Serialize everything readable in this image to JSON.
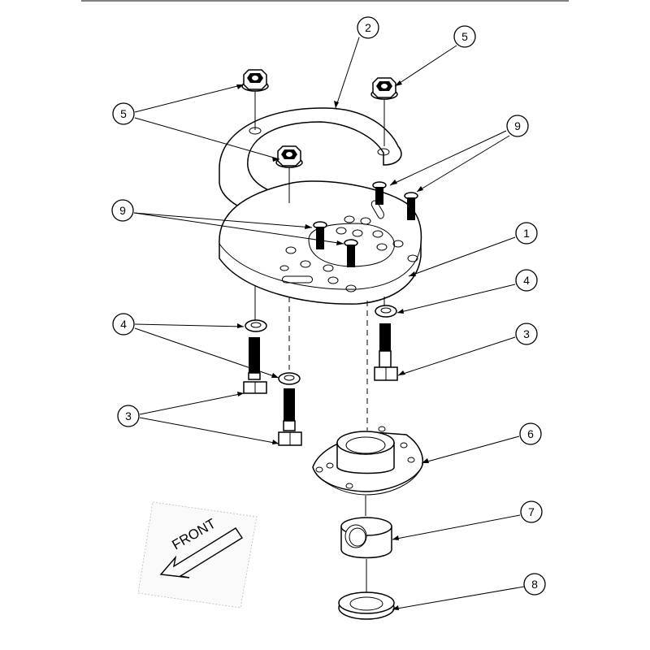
{
  "diagram": {
    "front_label": "FRONT",
    "callouts": [
      "2",
      "5",
      "5",
      "9",
      "9",
      "1",
      "4",
      "4",
      "3",
      "3",
      "6",
      "7",
      "8"
    ]
  }
}
